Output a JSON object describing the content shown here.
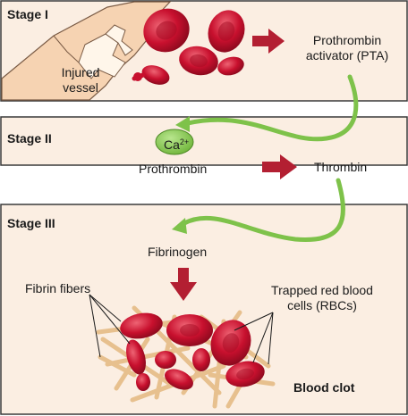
{
  "stages": {
    "stage1": {
      "title": "Stage I"
    },
    "stage2": {
      "title": "Stage II"
    },
    "stage3": {
      "title": "Stage III"
    }
  },
  "labels": {
    "injured_vessel_line1": "Injured",
    "injured_vessel_line2": "vessel",
    "pta_line1": "Prothrombin",
    "pta_line2": "activator (PTA)",
    "calcium": "Ca",
    "calcium_charge": "2+",
    "prothrombin": "Prothrombin",
    "thrombin": "Thrombin",
    "fibrinogen": "Fibrinogen",
    "fibrin_fibers": "Fibrin fibers",
    "trapped_line1": "Trapped red blood",
    "trapped_line2": "cells (RBCs)",
    "blood_clot": "Blood clot"
  },
  "colors": {
    "panel_fill": "#fbeee2",
    "panel_border": "#3a3a3a",
    "rbc": "#c8102e",
    "rbc_dark": "#8e0a1f",
    "rbc_light": "#e85a6a",
    "arrow": "#b31f32",
    "green_curve": "#7ec24a",
    "calcium_fill": "#8ccf5a",
    "fibrin": "#e7c08e",
    "skin": "#f6d3b2"
  }
}
